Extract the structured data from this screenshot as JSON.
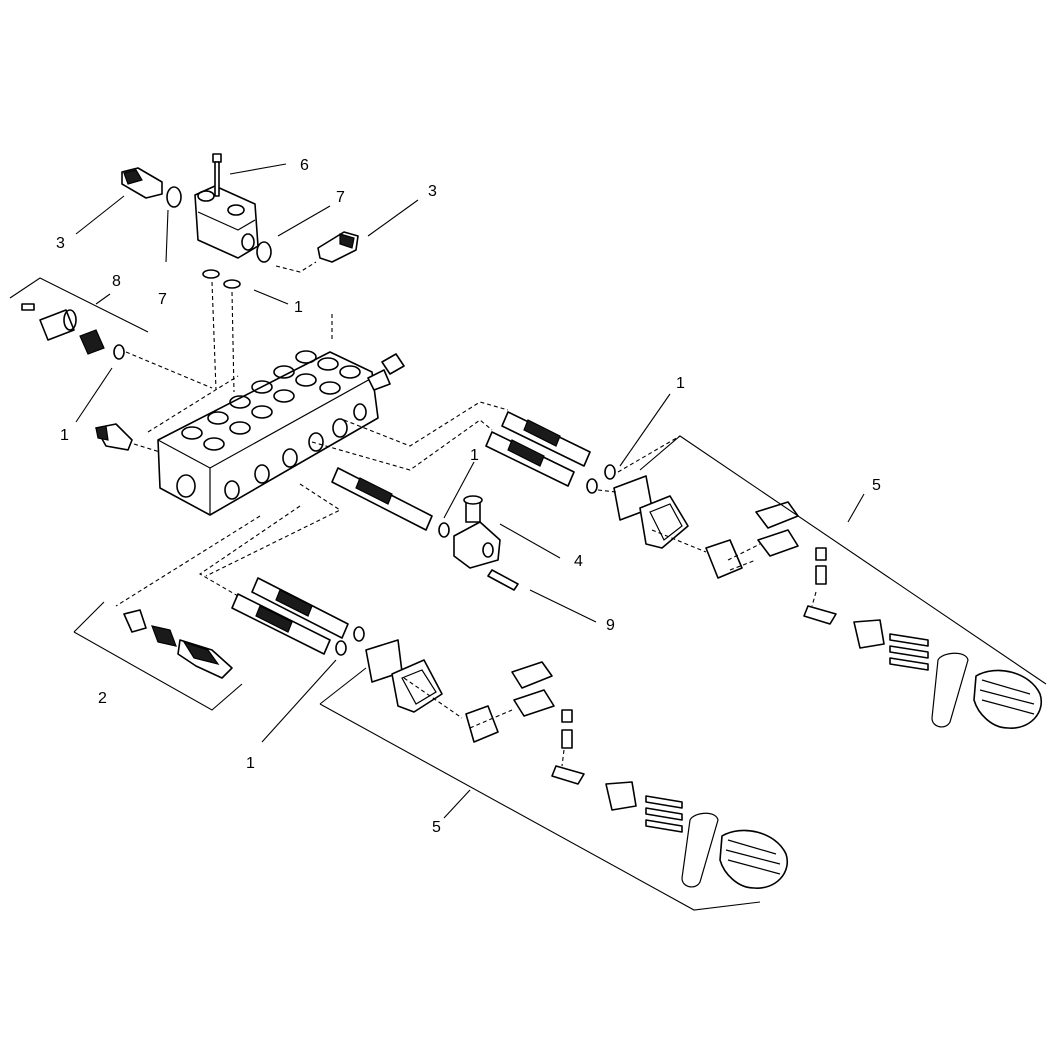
{
  "diagram": {
    "callouts": [
      {
        "id": "c6",
        "text": "6"
      },
      {
        "id": "c3a",
        "text": "3"
      },
      {
        "id": "c7a",
        "text": "7"
      },
      {
        "id": "c3b",
        "text": "3"
      },
      {
        "id": "c7b",
        "text": "7"
      },
      {
        "id": "c8",
        "text": "8"
      },
      {
        "id": "c1a",
        "text": "1"
      },
      {
        "id": "c1b",
        "text": "1"
      },
      {
        "id": "c1c",
        "text": "1"
      },
      {
        "id": "c1d",
        "text": "1"
      },
      {
        "id": "c5a",
        "text": "5"
      },
      {
        "id": "c4",
        "text": "4"
      },
      {
        "id": "c9",
        "text": "9"
      },
      {
        "id": "c2",
        "text": "2"
      },
      {
        "id": "c1e",
        "text": "1"
      },
      {
        "id": "c5b",
        "text": "5"
      }
    ]
  }
}
